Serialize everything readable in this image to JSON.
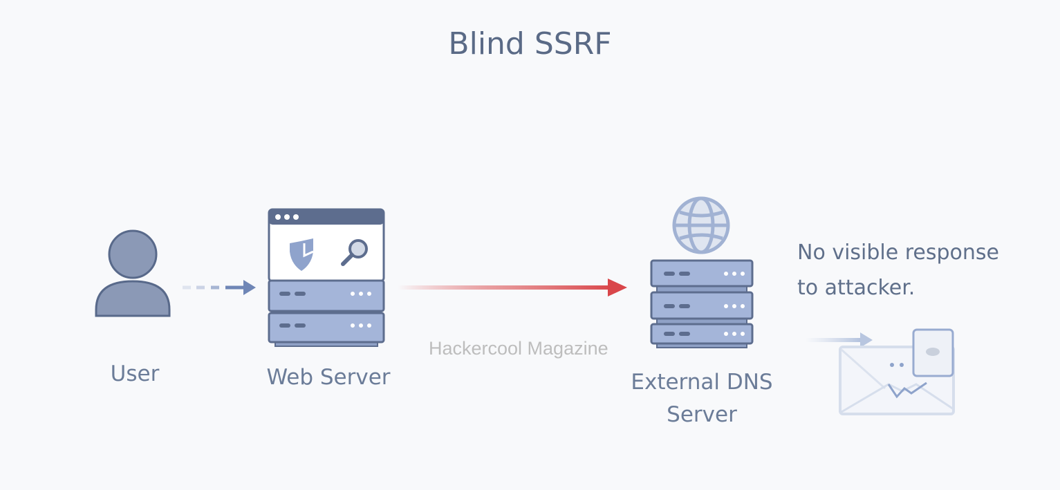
{
  "title": "Blind SSRF",
  "nodes": {
    "user": {
      "label": "User",
      "icon": "user-icon"
    },
    "web_server": {
      "label": "Web Server",
      "icon": "web-server-icon"
    },
    "dns_server": {
      "label_line1": "External DNS",
      "label_line2": "Server",
      "icon": "dns-server-icon"
    }
  },
  "note": {
    "line1": "No visible response",
    "line2": "to attacker."
  },
  "watermark": "Hackercool Magazine",
  "colors": {
    "primary": "#5a6a86",
    "server_fill": "#9aabd0",
    "attack_arrow": "#d9464a",
    "request_arrow": "#6f86b6"
  }
}
